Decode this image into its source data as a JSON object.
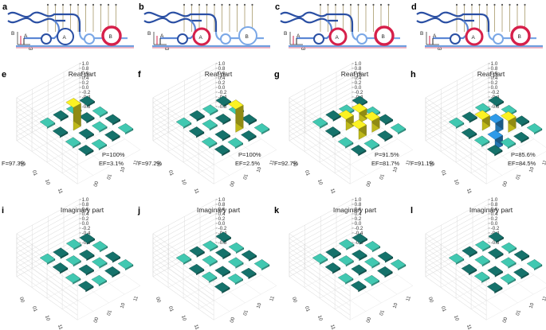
{
  "figure": {
    "schematics": [
      {
        "label": "a",
        "ring_a": "A",
        "ring_b": "B",
        "axis_b": "B",
        "axis_a": "A",
        "axis_w": "ω",
        "highlight": "B"
      },
      {
        "label": "b",
        "ring_a": "A",
        "ring_b": "B",
        "axis_b": "B",
        "axis_a": "A",
        "axis_w": "ω",
        "highlight": "A"
      },
      {
        "label": "c",
        "ring_a": "A",
        "ring_b": "B",
        "axis_b": "B",
        "axis_a": "A",
        "axis_w": "ω",
        "highlight": "AB"
      },
      {
        "label": "d",
        "ring_a": "A",
        "ring_b": "B",
        "axis_b": "B",
        "axis_a": "A",
        "axis_w": "ω",
        "highlight": "AB"
      }
    ],
    "tick_labels": [
      "1.0",
      "0.8",
      "0.6",
      "0.4",
      "0.2",
      "0.0",
      "-0.2",
      "-0.4",
      "-0.6",
      "-0.8"
    ],
    "basis_labels": [
      "00",
      "01",
      "10",
      "11"
    ],
    "real_panels": [
      {
        "label": "e",
        "title": "Real part",
        "fidelity": "F=97.3%",
        "purity": "P=100%",
        "ef": "EF=3.1%"
      },
      {
        "label": "f",
        "title": "Real part",
        "fidelity": "F=97.2%",
        "purity": "P=100%",
        "ef": "EF=2.5%"
      },
      {
        "label": "g",
        "title": "Real part",
        "fidelity": "F=92.7%",
        "purity": "P=91.5%",
        "ef": "EF=81.7%"
      },
      {
        "label": "h",
        "title": "Real part",
        "fidelity": "F=91.1%",
        "purity": "P=85.6%",
        "ef": "EF=84.5%"
      }
    ],
    "imag_panels": [
      {
        "label": "i",
        "title": "Imaginary part"
      },
      {
        "label": "j",
        "title": "Imaginary part"
      },
      {
        "label": "k",
        "title": "Imaginary part"
      },
      {
        "label": "l",
        "title": "Imaginary part"
      }
    ],
    "colors": {
      "yellow": "#e8e020",
      "teal": "#3cb9a4",
      "dark_teal": "#136a63",
      "blue": "#2b8fd8",
      "ring_red": "#d6204a",
      "waveguide": "#2a4fa3"
    }
  },
  "chart_data": [
    {
      "type": "bar3d",
      "panel": "e",
      "title": "Real part",
      "zlim": [
        -0.8,
        1.0
      ],
      "rows": [
        "00",
        "01",
        "10",
        "11"
      ],
      "cols": [
        "00",
        "01",
        "10",
        "11"
      ],
      "matrix": [
        [
          0.03,
          0.02,
          -0.02,
          0.0
        ],
        [
          0.02,
          0.96,
          0.04,
          -0.03
        ],
        [
          -0.02,
          0.04,
          0.01,
          0.02
        ],
        [
          0.0,
          -0.03,
          0.02,
          0.0
        ]
      ]
    },
    {
      "type": "bar3d",
      "panel": "f",
      "title": "Real part",
      "zlim": [
        -0.8,
        1.0
      ],
      "rows": [
        "00",
        "01",
        "10",
        "11"
      ],
      "cols": [
        "00",
        "01",
        "10",
        "11"
      ],
      "matrix": [
        [
          0.01,
          0.03,
          -0.03,
          0.02
        ],
        [
          0.03,
          0.0,
          -0.04,
          0.02
        ],
        [
          -0.03,
          -0.04,
          0.97,
          0.03
        ],
        [
          0.02,
          0.02,
          0.03,
          0.0
        ]
      ]
    },
    {
      "type": "bar3d",
      "panel": "g",
      "title": "Real part",
      "zlim": [
        -0.8,
        1.0
      ],
      "rows": [
        "00",
        "01",
        "10",
        "11"
      ],
      "cols": [
        "00",
        "01",
        "10",
        "11"
      ],
      "matrix": [
        [
          0.02,
          0.03,
          -0.02,
          0.01
        ],
        [
          0.03,
          0.46,
          0.44,
          -0.03
        ],
        [
          -0.02,
          0.44,
          0.47,
          0.02
        ],
        [
          0.01,
          -0.03,
          0.02,
          0.02
        ]
      ]
    },
    {
      "type": "bar3d",
      "panel": "h",
      "title": "Real part",
      "zlim": [
        -0.8,
        1.0
      ],
      "rows": [
        "00",
        "01",
        "10",
        "11"
      ],
      "cols": [
        "00",
        "01",
        "10",
        "11"
      ],
      "matrix": [
        [
          0.02,
          -0.02,
          0.03,
          0.01
        ],
        [
          -0.02,
          0.45,
          -0.43,
          0.02
        ],
        [
          0.03,
          -0.43,
          0.48,
          -0.02
        ],
        [
          0.01,
          0.02,
          -0.02,
          0.03
        ]
      ]
    },
    {
      "type": "bar3d",
      "panel": "i",
      "title": "Imaginary part",
      "zlim": [
        -0.8,
        1.0
      ],
      "rows": [
        "00",
        "01",
        "10",
        "11"
      ],
      "cols": [
        "00",
        "01",
        "10",
        "11"
      ],
      "matrix": [
        [
          0.0,
          0.03,
          -0.02,
          0.01
        ],
        [
          -0.03,
          0.0,
          0.05,
          -0.02
        ],
        [
          0.02,
          -0.05,
          0.0,
          0.03
        ],
        [
          -0.01,
          0.02,
          -0.03,
          0.0
        ]
      ]
    },
    {
      "type": "bar3d",
      "panel": "j",
      "title": "Imaginary part",
      "zlim": [
        -0.8,
        1.0
      ],
      "rows": [
        "00",
        "01",
        "10",
        "11"
      ],
      "cols": [
        "00",
        "01",
        "10",
        "11"
      ],
      "matrix": [
        [
          0.0,
          -0.02,
          0.03,
          -0.01
        ],
        [
          0.02,
          0.0,
          -0.04,
          0.02
        ],
        [
          -0.03,
          0.04,
          0.0,
          -0.02
        ],
        [
          0.01,
          -0.02,
          0.02,
          0.0
        ]
      ]
    },
    {
      "type": "bar3d",
      "panel": "k",
      "title": "Imaginary part",
      "zlim": [
        -0.8,
        1.0
      ],
      "rows": [
        "00",
        "01",
        "10",
        "11"
      ],
      "cols": [
        "00",
        "01",
        "10",
        "11"
      ],
      "matrix": [
        [
          0.0,
          0.02,
          -0.03,
          0.02
        ],
        [
          -0.02,
          0.0,
          0.04,
          -0.03
        ],
        [
          0.03,
          -0.04,
          0.0,
          0.02
        ],
        [
          -0.02,
          0.03,
          -0.02,
          0.0
        ]
      ]
    },
    {
      "type": "bar3d",
      "panel": "l",
      "title": "Imaginary part",
      "zlim": [
        -0.8,
        1.0
      ],
      "rows": [
        "00",
        "01",
        "10",
        "11"
      ],
      "cols": [
        "00",
        "01",
        "10",
        "11"
      ],
      "matrix": [
        [
          0.0,
          -0.01,
          0.02,
          -0.02
        ],
        [
          0.01,
          0.0,
          -0.02,
          0.01
        ],
        [
          -0.02,
          0.02,
          0.0,
          -0.01
        ],
        [
          0.02,
          -0.01,
          0.01,
          0.0
        ]
      ]
    }
  ]
}
